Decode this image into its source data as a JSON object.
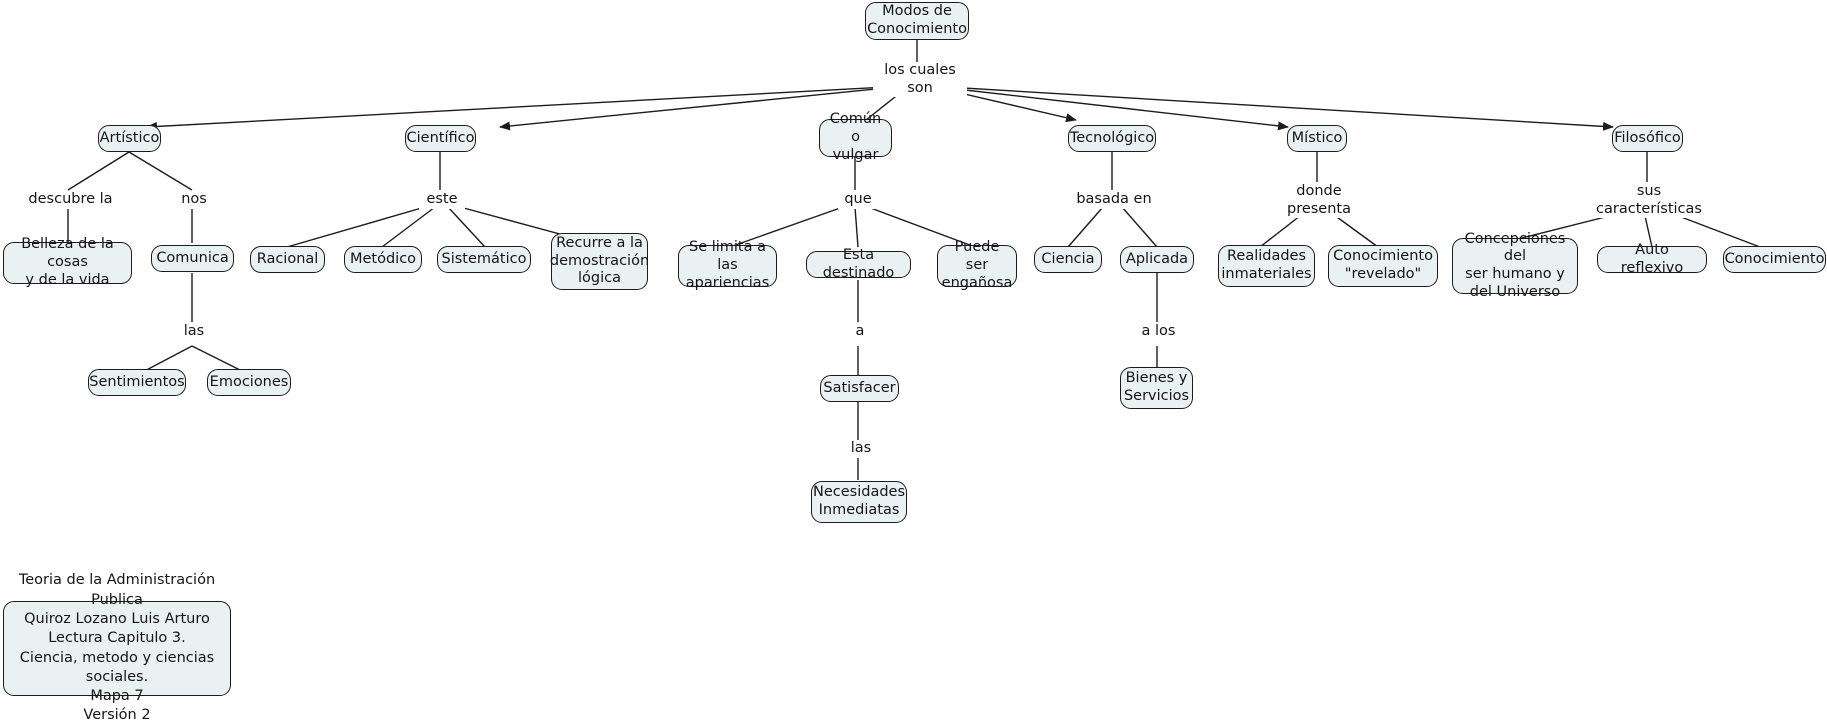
{
  "map": {
    "title": "Modos de Conocimiento",
    "root": {
      "label": "Modos de\nConocimiento"
    },
    "link_labels": {
      "los_cuales_son": "los cuales\nson",
      "descubre_la": "descubre la",
      "nos": "nos",
      "las_artistico": "las",
      "este": "este",
      "que": "que",
      "a": "a",
      "las_satisfacer": "las",
      "basada_en": "basada en",
      "a_los": "a los",
      "donde_presenta": "donde\npresenta",
      "sus_caracteristicas": "sus\ncaracterísticas"
    },
    "branches": {
      "artistico": {
        "label": "Artístico",
        "children": [
          {
            "label": "Belleza de la cosas\ny de la vida"
          },
          {
            "label": "Comunica"
          }
        ],
        "grandchildren": [
          {
            "label": "Sentimientos"
          },
          {
            "label": "Emociones"
          }
        ]
      },
      "cientifico": {
        "label": "Científico",
        "children": [
          {
            "label": "Racional"
          },
          {
            "label": "Metódico"
          },
          {
            "label": "Sistemático"
          },
          {
            "label": "Recurre a la\ndemostración\nlógica"
          }
        ]
      },
      "comun": {
        "label": "Común\no vulgar",
        "children": [
          {
            "label": "Se limita a las\napariencias"
          },
          {
            "label": "Esta destinado"
          },
          {
            "label": "Puede ser\nengañosa"
          }
        ],
        "chain": [
          {
            "label": "Satisfacer"
          },
          {
            "label": "Necesidades\nInmediatas"
          }
        ]
      },
      "tecnologico": {
        "label": "Tecnológico",
        "children": [
          {
            "label": "Ciencia"
          },
          {
            "label": "Aplicada"
          }
        ],
        "chain": [
          {
            "label": "Bienes y\nServicios"
          }
        ]
      },
      "mistico": {
        "label": "Místico",
        "children": [
          {
            "label": "Realidades\ninmateriales"
          },
          {
            "label": "Conocimiento\n\"revelado\""
          }
        ]
      },
      "filosofico": {
        "label": "Filosófico",
        "children": [
          {
            "label": "Concepciones del\nser humano y\ndel Universo"
          },
          {
            "label": "Auto reflexivo"
          },
          {
            "label": "Conocimiento"
          }
        ]
      }
    },
    "legend": {
      "text": "Teoria de la Administración Publica\nQuiroz Lozano Luis Arturo\nLectura Capitulo 3.\nCiencia, metodo y ciencias sociales.\nMapa 7\nVersión 2"
    },
    "colors": {
      "node_fill": "#eaf1f3",
      "node_border": "#1c1c1c",
      "edge": "#1c1c1c",
      "text": "#151515",
      "background": "#ffffff"
    }
  }
}
